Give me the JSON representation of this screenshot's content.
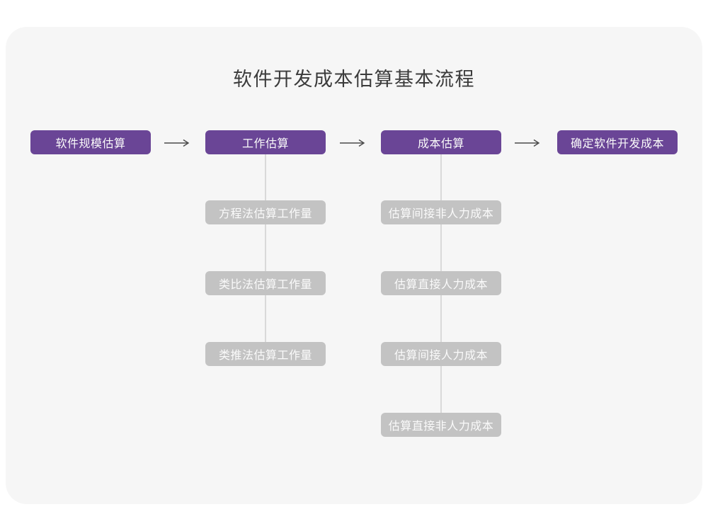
{
  "title": "软件开发成本估算基本流程",
  "colors": {
    "page_bg": "#FFFFFF",
    "card_bg": "#F6F6F6",
    "primary": "#6A4596",
    "secondary_box": "#C3C3C3",
    "box_text": "#FAFAFA",
    "title_text": "#3B3B3B",
    "arrow": "#4A4A4A",
    "connector": "#D9D9D9"
  },
  "flow": {
    "main_steps": [
      {
        "label": "软件规模估算",
        "children": []
      },
      {
        "label": "工作估算",
        "children": [
          "方程法估算工作量",
          "类比法估算工作量",
          "类推法估算工作量"
        ]
      },
      {
        "label": "成本估算",
        "children": [
          "估算间接非人力成本",
          "估算直接人力成本",
          "估算间接人力成本",
          "估算直接非人力成本"
        ]
      },
      {
        "label": "确定软件开发成本",
        "children": []
      }
    ]
  }
}
